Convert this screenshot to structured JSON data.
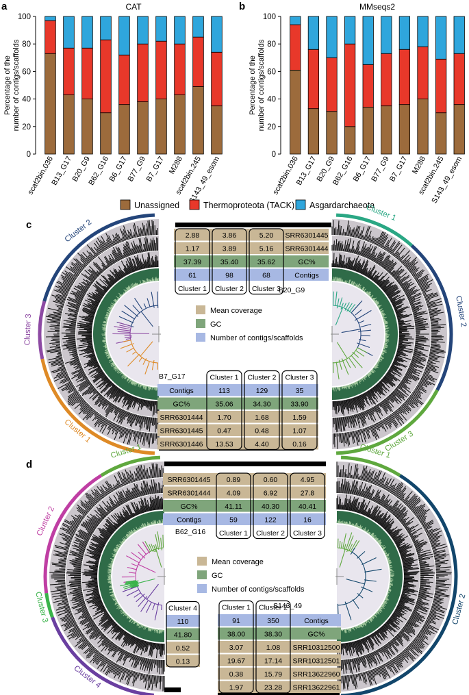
{
  "panels": {
    "a": {
      "letter": "a"
    },
    "b": {
      "letter": "b"
    },
    "c": {
      "letter": "c"
    },
    "d": {
      "letter": "d"
    }
  },
  "chart_data": [
    {
      "type": "bar",
      "stacked": true,
      "title": "CAT",
      "ylabel": "Percentage of the number of contigs/scaffolds",
      "xlabel": "",
      "ylim": [
        0,
        100
      ],
      "yticks": [
        0,
        20,
        40,
        60,
        80,
        100
      ],
      "categories": [
        "scaf2bin.036",
        "B13_G17",
        "B20_G9",
        "B62_G16",
        "B6_G17",
        "B77_G9",
        "B7_G17",
        "M288",
        "scaf2bin.245",
        "S143_49_esom"
      ],
      "series": [
        {
          "name": "Unassigned",
          "color": "#9c6b3c",
          "values": [
            73,
            43,
            40,
            30,
            36,
            38,
            40,
            43,
            49,
            35
          ]
        },
        {
          "name": "Thermoproteota (TACK)",
          "color": "#e8382a",
          "values": [
            24,
            34,
            37,
            53,
            36,
            42,
            42,
            37,
            36,
            39
          ]
        },
        {
          "name": "Asgardarchaeota",
          "color": "#2fa6dc",
          "values": [
            3,
            23,
            23,
            17,
            28,
            20,
            18,
            20,
            15,
            26
          ]
        }
      ]
    },
    {
      "type": "bar",
      "stacked": true,
      "title": "MMseqs2",
      "ylabel": "Percentage of the number of contigs/scaffolds",
      "xlabel": "",
      "ylim": [
        0,
        100
      ],
      "yticks": [
        0,
        20,
        40,
        60,
        80,
        100
      ],
      "categories": [
        "scaf2bin.036",
        "B13_G17",
        "B20_G9",
        "B62_G16",
        "B6_G17",
        "B77_G9",
        "B7_G17",
        "M288",
        "scaf2bin.245",
        "S143_49_esom"
      ],
      "series": [
        {
          "name": "Unassigned",
          "color": "#9c6b3c",
          "values": [
            61,
            33,
            31,
            20,
            34,
            35,
            36,
            40,
            30,
            36
          ]
        },
        {
          "name": "Thermoproteota (TACK)",
          "color": "#e8382a",
          "values": [
            33,
            43,
            39,
            60,
            31,
            38,
            40,
            38,
            39,
            37
          ]
        },
        {
          "name": "Asgardarchaeota",
          "color": "#2fa6dc",
          "values": [
            6,
            24,
            30,
            20,
            35,
            27,
            24,
            22,
            31,
            27
          ]
        }
      ]
    }
  ],
  "legend_ab": [
    "Unassigned",
    "Thermoproteota (TACK)",
    "Asgardarchaeota"
  ],
  "panel_c": {
    "left_genome": "B20_G9",
    "right_genome": "B7_G17",
    "left_clusters": [
      "Cluster 2",
      "Cluster 3",
      "Cluster 1"
    ],
    "right_clusters": [
      "Cluster 1",
      "Cluster 2",
      "Cluster 3"
    ],
    "legend": [
      "Mean coverage",
      "GC",
      "Number of contigs/scaffolds"
    ],
    "top_table": {
      "rows": [
        {
          "label": "SRR6301445",
          "values": [
            "2.88",
            "3.86",
            "5.20"
          ]
        },
        {
          "label": "SRR6301444",
          "values": [
            "1.17",
            "3.89",
            "5.16"
          ]
        },
        {
          "label": "GC%",
          "values": [
            "37.39",
            "35.40",
            "35.62"
          ]
        },
        {
          "label": "Contigs",
          "values": [
            "61",
            "98",
            "68"
          ]
        }
      ],
      "clusters": [
        "Cluster 1",
        "Cluster 2",
        "Cluster 3"
      ]
    },
    "bottom_table": {
      "clusters": [
        "Cluster 1",
        "Cluster 2",
        "Cluster 3"
      ],
      "rows": [
        {
          "label": "Contigs",
          "values": [
            "113",
            "129",
            "35"
          ]
        },
        {
          "label": "GC%",
          "values": [
            "35.06",
            "34.30",
            "33.90"
          ]
        },
        {
          "label": "SRR6301444",
          "values": [
            "1.70",
            "1.68",
            "1.59"
          ]
        },
        {
          "label": "SRR6301445",
          "values": [
            "0.47",
            "0.48",
            "1.07"
          ]
        },
        {
          "label": "SRR6301446",
          "values": [
            "13.53",
            "4.40",
            "0.16"
          ]
        }
      ]
    }
  },
  "panel_d": {
    "left_genome": "B62_G16",
    "right_genome": "S143_49",
    "left_clusters": [
      "Cluster 1",
      "Cluster 2",
      "Cluster 3",
      "Cluster 4"
    ],
    "right_clusters": [
      "Cluster 1",
      "Cluster 2"
    ],
    "legend": [
      "Mean coverage",
      "GC",
      "Number of contigs/scaffolds"
    ],
    "top_table": {
      "rows": [
        {
          "label": "SRR6301445",
          "values": [
            "0.89",
            "0.60",
            "4.95"
          ]
        },
        {
          "label": "SRR6301444",
          "values": [
            "4.09",
            "6.92",
            "27.8"
          ]
        },
        {
          "label": "GC%",
          "values": [
            "41.11",
            "40.30",
            "40.41"
          ]
        },
        {
          "label": "Contigs",
          "values": [
            "59",
            "122",
            "16"
          ]
        }
      ],
      "clusters": [
        "Cluster 1",
        "Cluster 2",
        "Cluster 3"
      ]
    },
    "cluster4_table": {
      "header": "Cluster 4",
      "values": [
        "110",
        "41.80",
        "0.52",
        "0.13"
      ]
    },
    "bottom_table": {
      "clusters": [
        "Cluster 1",
        "Cluster 2"
      ],
      "rows": [
        {
          "label": "Contigs",
          "values": [
            "91",
            "350"
          ]
        },
        {
          "label": "GC%",
          "values": [
            "38.00",
            "38.30"
          ]
        },
        {
          "label": "SRR10312500",
          "values": [
            "3.07",
            "1.08"
          ]
        },
        {
          "label": "SRR10312501",
          "values": [
            "19.67",
            "17.14"
          ]
        },
        {
          "label": "SRR13622960",
          "values": [
            "0.38",
            "15.79"
          ]
        },
        {
          "label": "SRR13622961",
          "values": [
            "1.97",
            "23.28"
          ]
        }
      ]
    }
  },
  "colors": {
    "brown": "#9c6b3c",
    "red": "#e8382a",
    "blue": "#2fa6dc",
    "tan": "#c9b796",
    "green_cell": "#7fa57b",
    "blue_cell": "#a7b8e3",
    "teal": "#2aa784",
    "navy": "#24457a",
    "purple": "#8d4aa3",
    "orange": "#de8a26",
    "lime": "#5fa83e",
    "magenta": "#bf3ea3",
    "violet": "#6a3fa0",
    "green_d3": "#3ab34a",
    "dark_navy": "#12466b"
  }
}
